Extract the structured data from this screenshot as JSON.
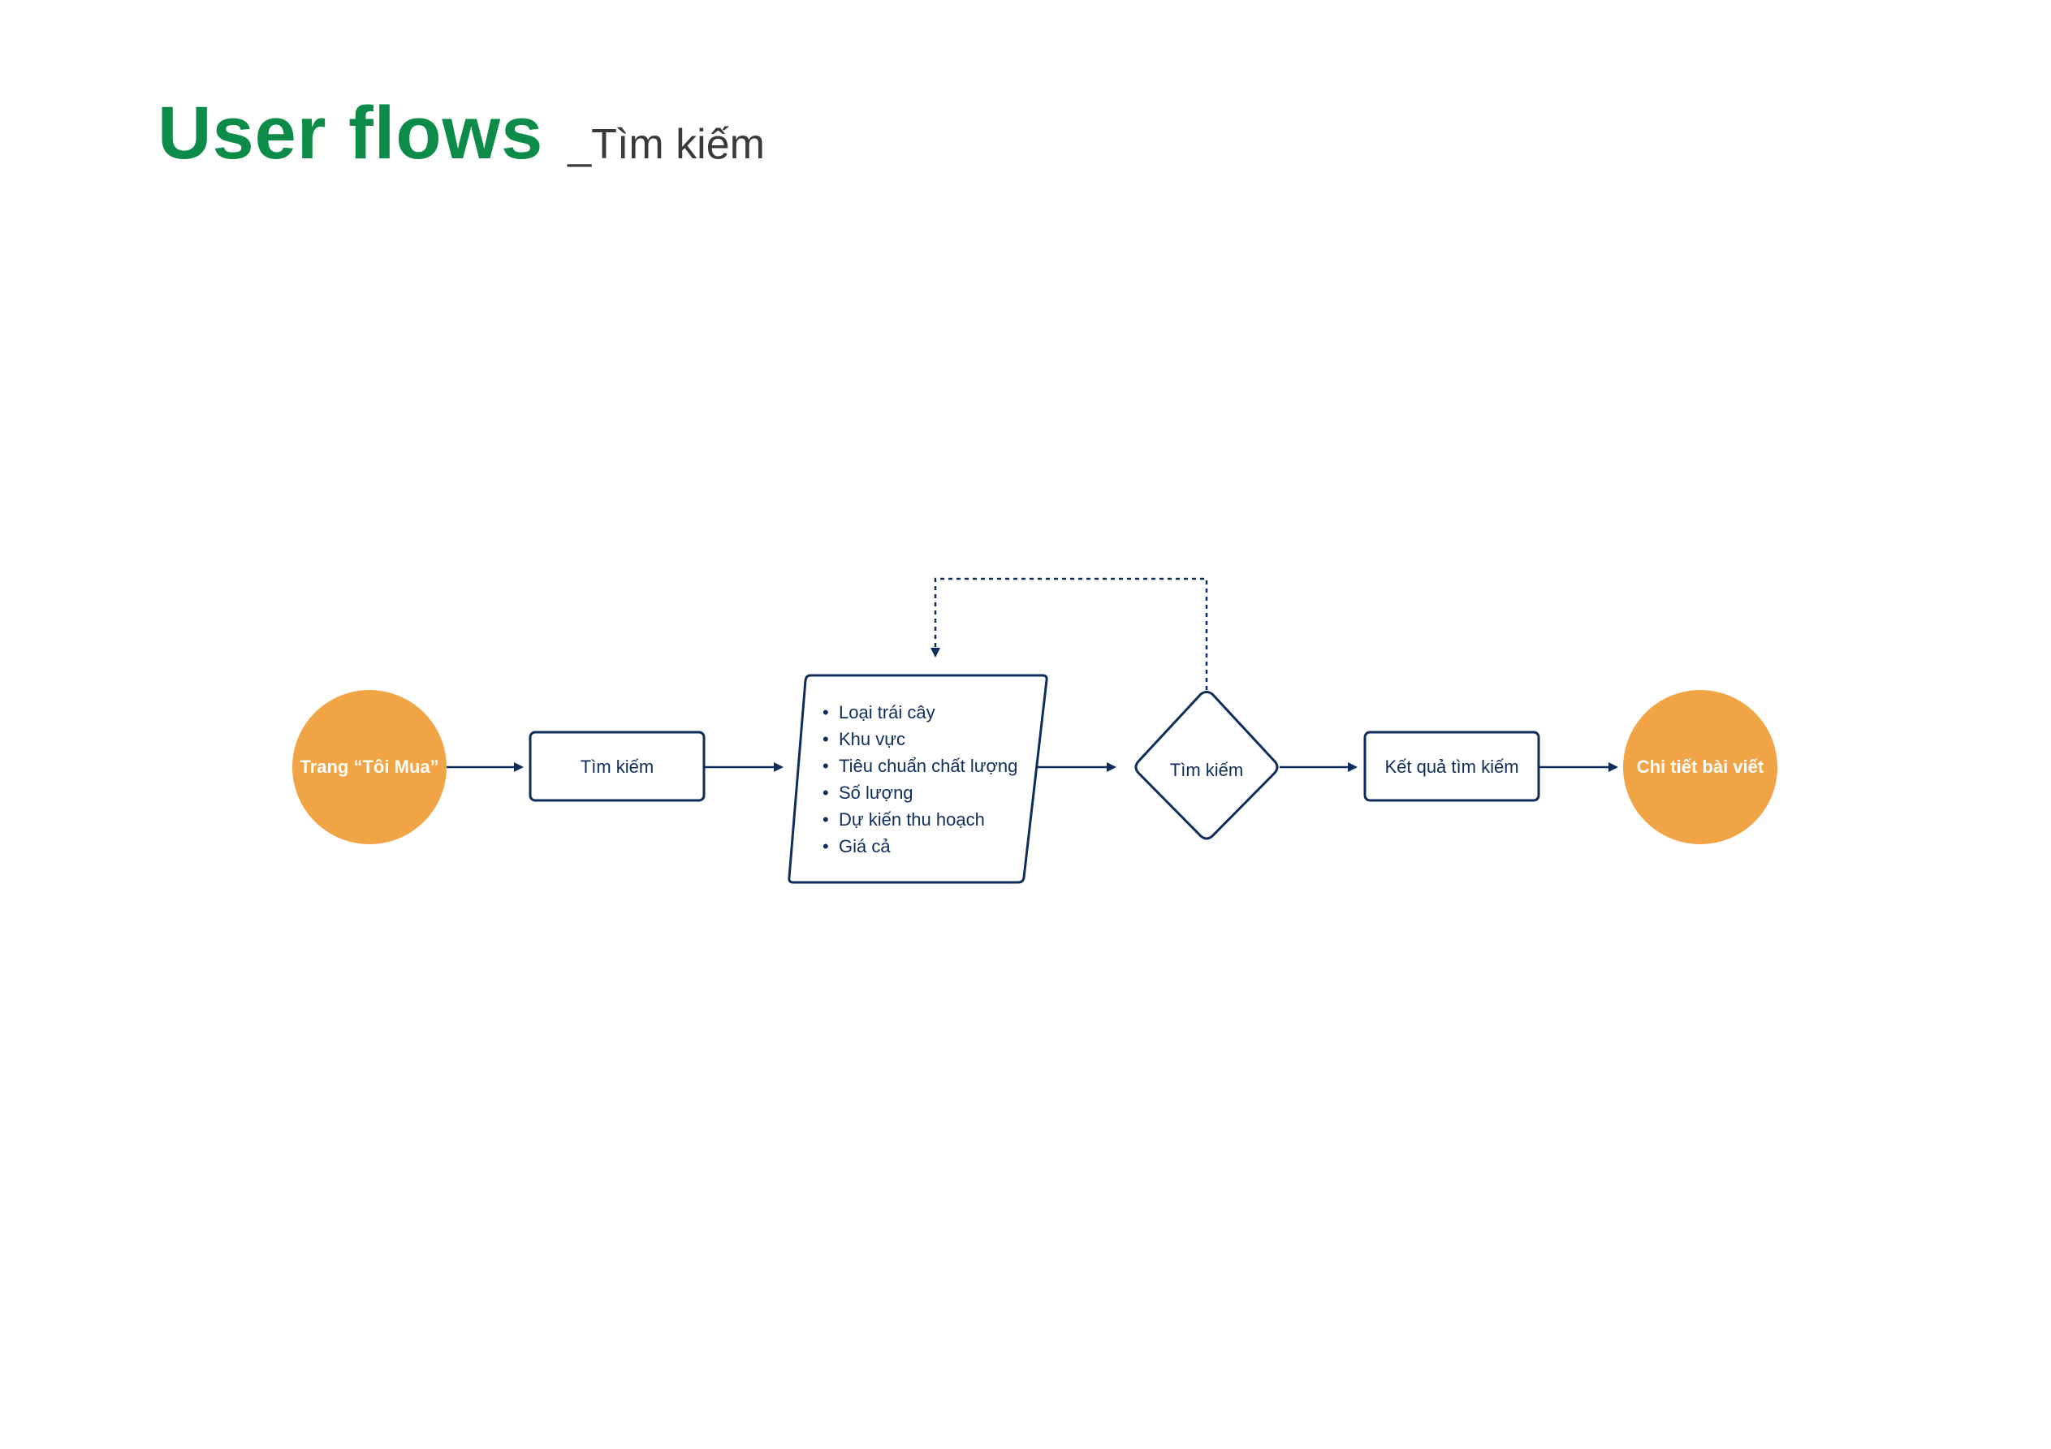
{
  "header": {
    "title": "User flows",
    "subtitle": "_Tìm kiếm"
  },
  "colors": {
    "title": "#0c8c48",
    "terminal": "#f0a445",
    "stroke": "#0f2d5a"
  },
  "flow": {
    "start": "Trang “Tôi Mua”",
    "search_box": "Tìm kiếm",
    "filters": [
      "Loại trái cây",
      "Khu vực",
      "Tiêu chuẩn chất lượng",
      "Số lượng",
      "Dự kiến thu hoạch",
      "Giá cả"
    ],
    "decision": "Tìm kiếm",
    "results": "Kết quả tìm kiếm",
    "end": "Chi tiết bài viết"
  }
}
